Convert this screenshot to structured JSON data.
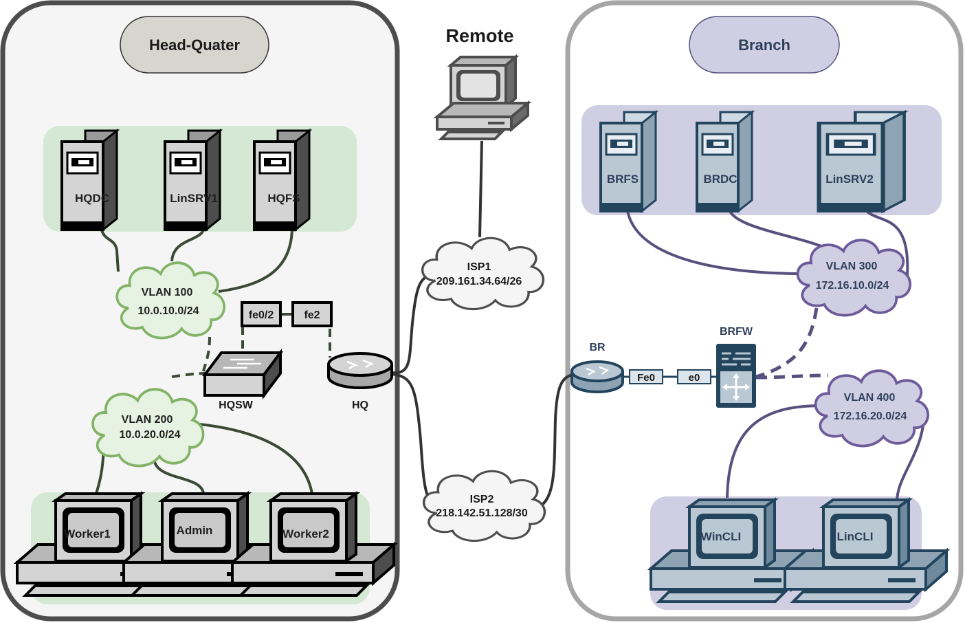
{
  "sites": {
    "hq": {
      "title": "Head-Quater"
    },
    "branch": {
      "title": "Branch"
    },
    "remote": {
      "title": "Remote"
    }
  },
  "hq": {
    "servers": [
      "HQDC",
      "LinSRV1",
      "HQFS"
    ],
    "vlan100": {
      "name": "VLAN 100",
      "subnet": "10.0.10.0/24"
    },
    "vlan200": {
      "name": "VLAN 200",
      "subnet": "10.0.20.0/24"
    },
    "switch": "HQSW",
    "router": "HQ",
    "ports": {
      "switch_port": "fe0/2",
      "router_port": "fe2"
    },
    "clients": [
      "Worker1",
      "Admin",
      "Worker2"
    ]
  },
  "isp": {
    "isp1": {
      "name": "ISP1",
      "subnet": "209.161.34.64/26"
    },
    "isp2": {
      "name": "ISP2",
      "subnet": "218.142.51.128/30"
    }
  },
  "branch": {
    "servers": [
      "BRFS",
      "BRDC",
      "LinSRV2"
    ],
    "vlan300": {
      "name": "VLAN 300",
      "subnet": "172.16.10.0/24"
    },
    "vlan400": {
      "name": "VLAN 400",
      "subnet": "172.16.20.0/24"
    },
    "router": "BR",
    "firewall": "BRFW",
    "ports": {
      "router_port": "Fe0",
      "firewall_port": "e0"
    },
    "clients": [
      "WinCLI",
      "LinCLI"
    ]
  },
  "colors": {
    "hq_panel": "#f5f5f5",
    "hq_border": "#4d4d4d",
    "hq_group": "#d5e8d4",
    "hq_vlan_fill": "#e6f2e2",
    "hq_vlan_stroke": "#82b366",
    "hq_link": "#3a4a35",
    "branch_border": "#9e9e9e",
    "branch_group": "#d0cee2",
    "branch_vlan_fill": "#d0cee2",
    "branch_vlan_stroke": "#6c5b9a",
    "branch_link": "#56517e",
    "branch_device": "#bac8d3",
    "branch_device_stroke": "#23445d",
    "wan_link": "#333333"
  }
}
